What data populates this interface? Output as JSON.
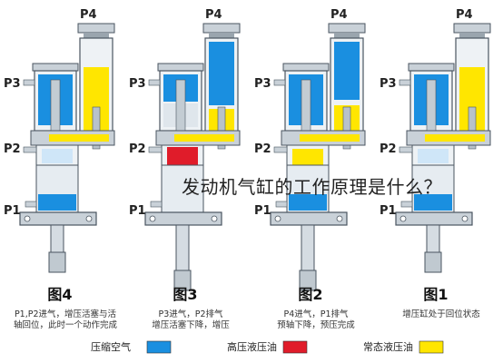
{
  "title_overlay": "发动机气缸的工作原理是什么？",
  "colors": {
    "blue": "#1a8fe0",
    "yellow": "#ffe600",
    "red": "#e01c2a",
    "steel": "#c9d1d8",
    "dark": "#4a5560"
  },
  "units": [
    {
      "figure": "图4",
      "ports": [
        "P4",
        "P3",
        "P2",
        "P1"
      ],
      "caption_lines": [
        "P1,P2进气，增压活塞与活",
        "轴回位，此时一个动作完成"
      ],
      "state": "fig4"
    },
    {
      "figure": "图3",
      "ports": [
        "P4",
        "P3",
        "P2",
        "P1"
      ],
      "caption_lines": [
        "P3进气，P2排气",
        "增压活塞下降，增压"
      ],
      "state": "fig3"
    },
    {
      "figure": "图2",
      "ports": [
        "P4",
        "P3",
        "P2",
        "P1"
      ],
      "caption_lines": [
        "P4进气，P1排气",
        "预轴下降，预压完成"
      ],
      "state": "fig2"
    },
    {
      "figure": "图1",
      "ports": [
        "P4",
        "P3",
        "P2",
        "P1"
      ],
      "caption_lines": [
        "增压缸处于回位状态"
      ],
      "state": "fig1"
    }
  ],
  "legend": [
    {
      "label": "压缩空气",
      "color": "#1a8fe0"
    },
    {
      "label": "高压液压油",
      "color": "#e01c2a"
    },
    {
      "label": "常态液压油",
      "color": "#ffe600"
    }
  ]
}
